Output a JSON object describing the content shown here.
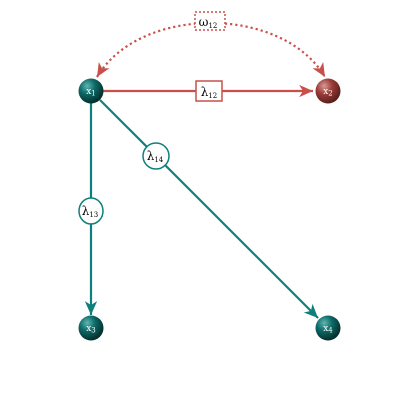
{
  "colors": {
    "teal": "#0f7f7c",
    "red": "#c9504a",
    "tealNodeDark": "#06403e",
    "redNodeDark": "#7a2c2a"
  },
  "nodes": [
    {
      "id": "x1",
      "base": "x",
      "sub": "1",
      "kind": "teal"
    },
    {
      "id": "x2",
      "base": "x",
      "sub": "2",
      "kind": "red"
    },
    {
      "id": "x3",
      "base": "x",
      "sub": "3",
      "kind": "teal"
    },
    {
      "id": "x4",
      "base": "x",
      "sub": "4",
      "kind": "teal"
    }
  ],
  "edges": {
    "lambda12": {
      "base": "λ",
      "sub": "12"
    },
    "lambda13": {
      "base": "λ",
      "sub": "13"
    },
    "lambda14": {
      "base": "λ",
      "sub": "14"
    },
    "omega12": {
      "base": "ω",
      "sub": "12"
    }
  }
}
